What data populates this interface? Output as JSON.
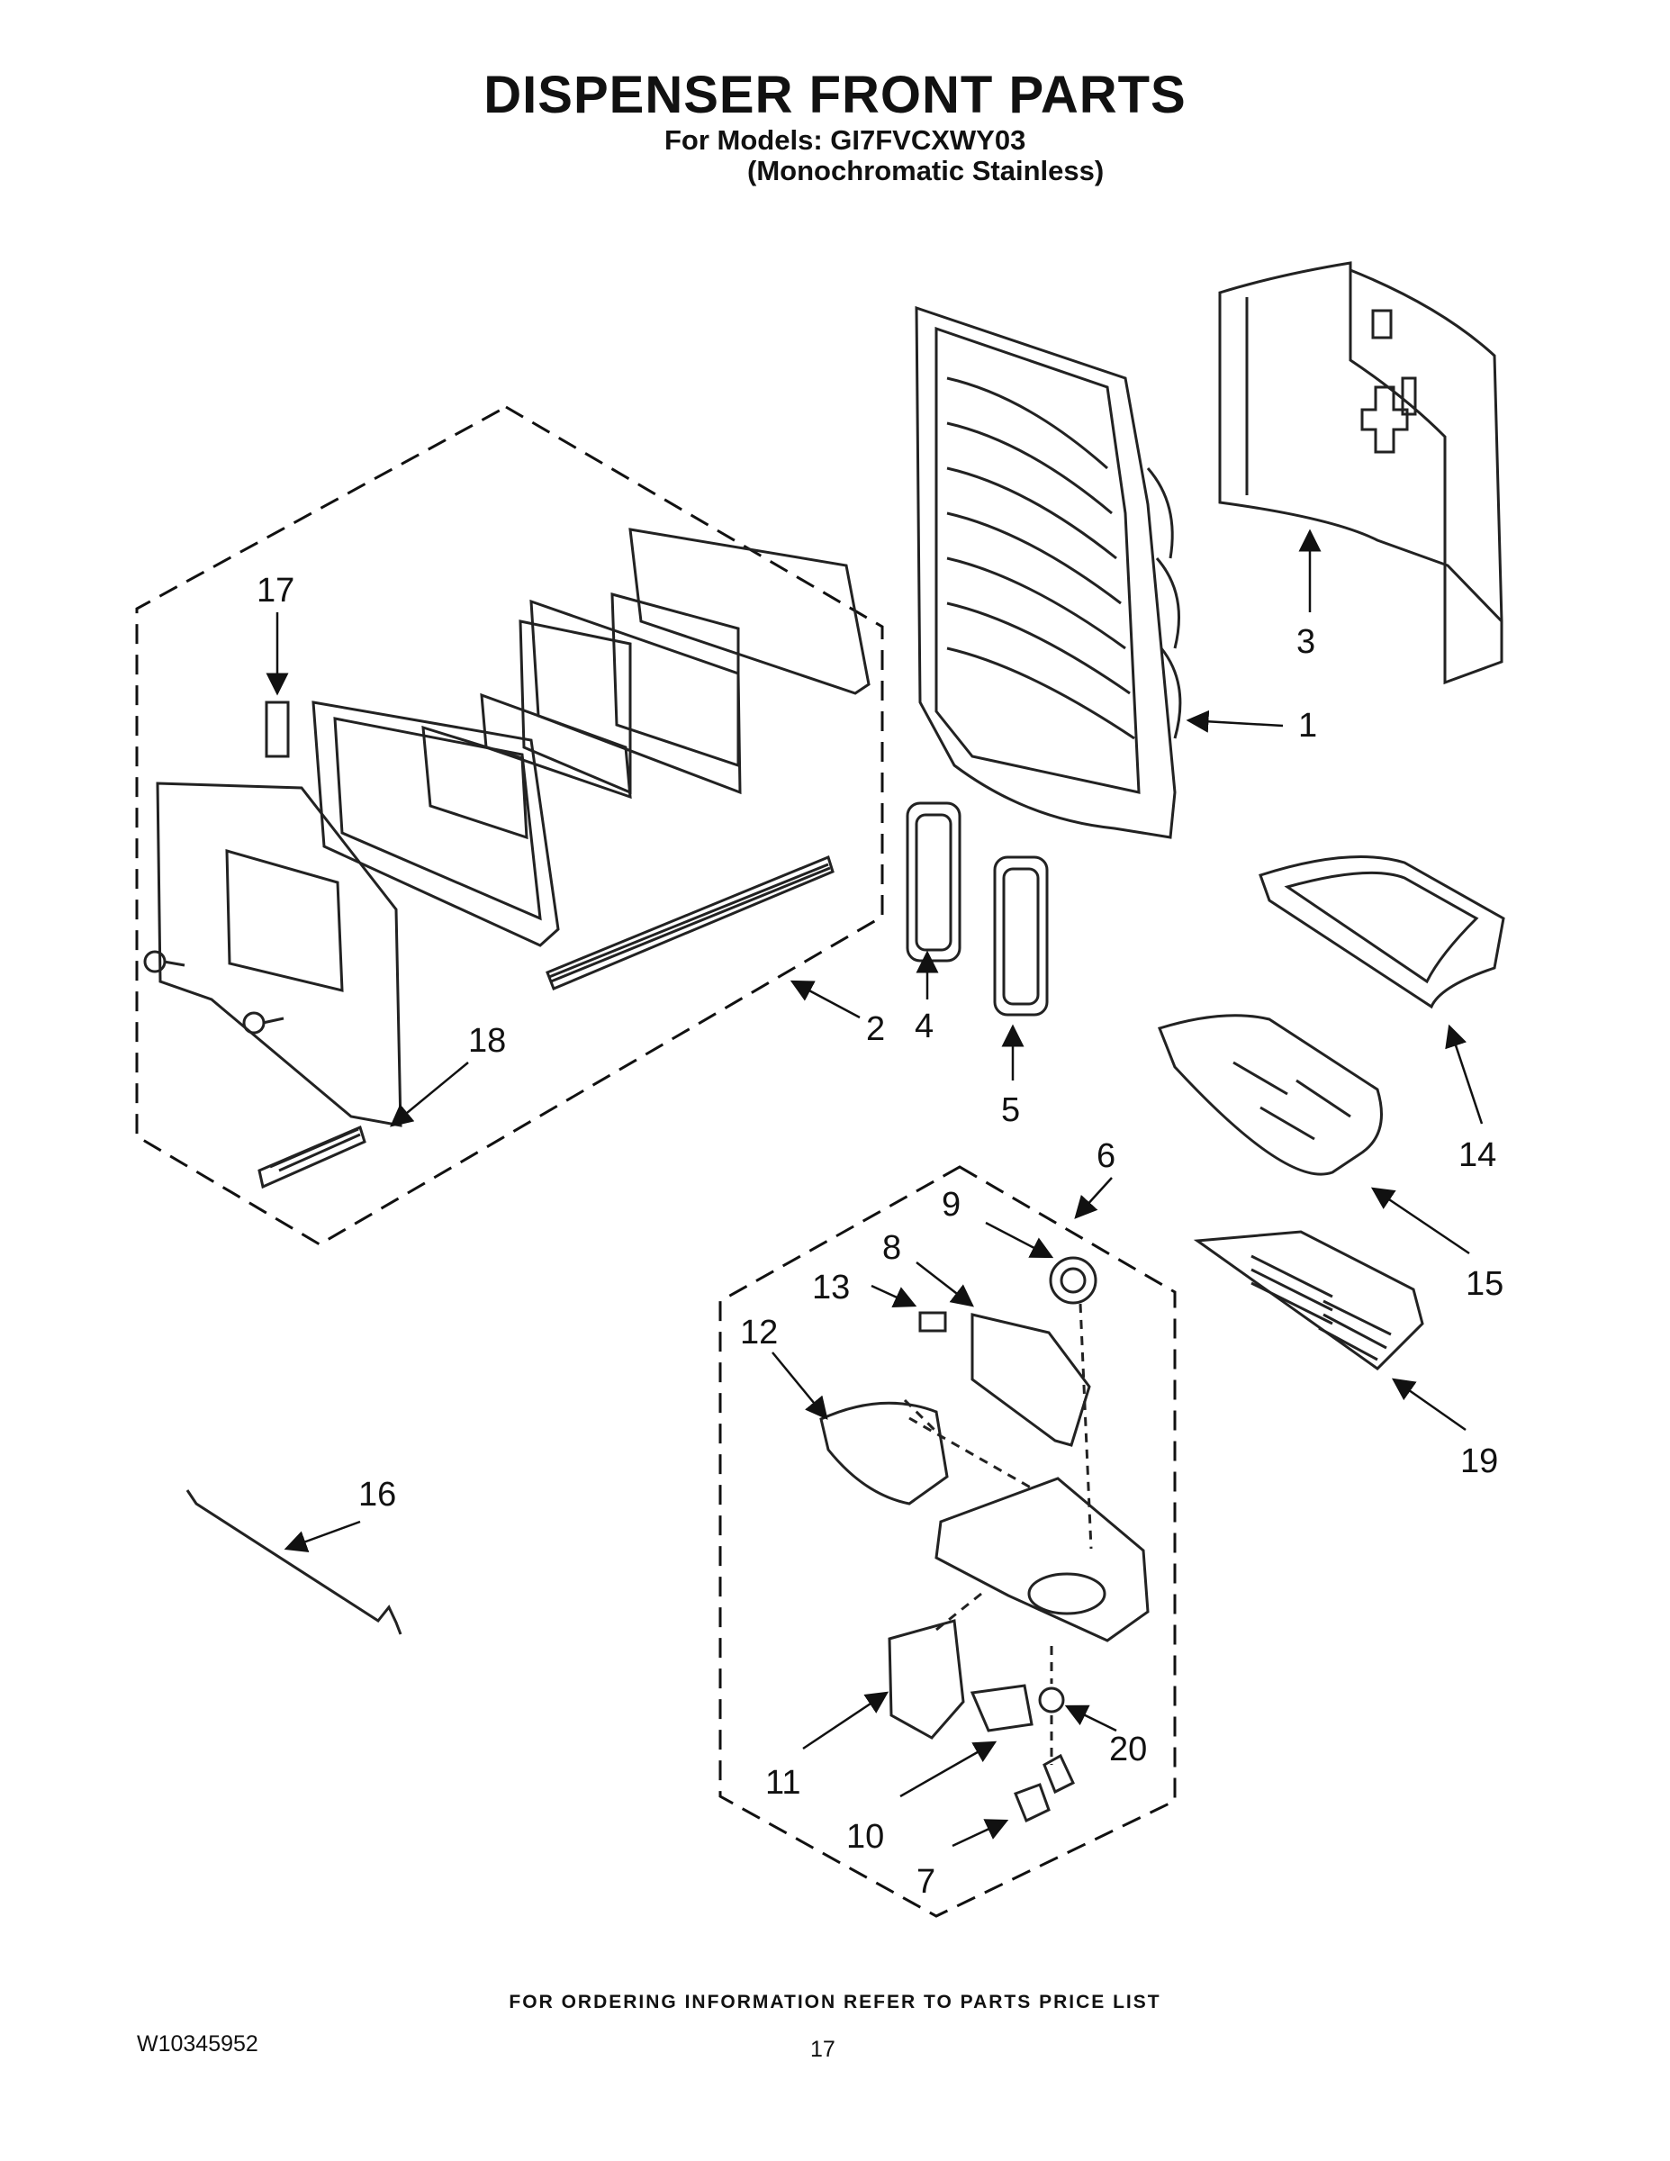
{
  "header": {
    "title": "DISPENSER FRONT PARTS",
    "models_line": "For Models: GI7FVCXWY03",
    "variant_line": "(Monochromatic Stainless)"
  },
  "callouts": [
    {
      "id": "c1",
      "label": "1"
    },
    {
      "id": "c2",
      "label": "2"
    },
    {
      "id": "c3",
      "label": "3"
    },
    {
      "id": "c4",
      "label": "4"
    },
    {
      "id": "c5",
      "label": "5"
    },
    {
      "id": "c6",
      "label": "6"
    },
    {
      "id": "c7",
      "label": "7"
    },
    {
      "id": "c8",
      "label": "8"
    },
    {
      "id": "c9",
      "label": "9"
    },
    {
      "id": "c10",
      "label": "10"
    },
    {
      "id": "c11",
      "label": "11"
    },
    {
      "id": "c12",
      "label": "12"
    },
    {
      "id": "c13",
      "label": "13"
    },
    {
      "id": "c14",
      "label": "14"
    },
    {
      "id": "c15",
      "label": "15"
    },
    {
      "id": "c16",
      "label": "16"
    },
    {
      "id": "c17",
      "label": "17"
    },
    {
      "id": "c18",
      "label": "18"
    },
    {
      "id": "c19",
      "label": "19"
    },
    {
      "id": "c20",
      "label": "20"
    }
  ],
  "footer": {
    "ordering_note": "FOR ORDERING INFORMATION REFER TO PARTS PRICE LIST",
    "doc_number": "W10345952",
    "page_number": "17"
  }
}
